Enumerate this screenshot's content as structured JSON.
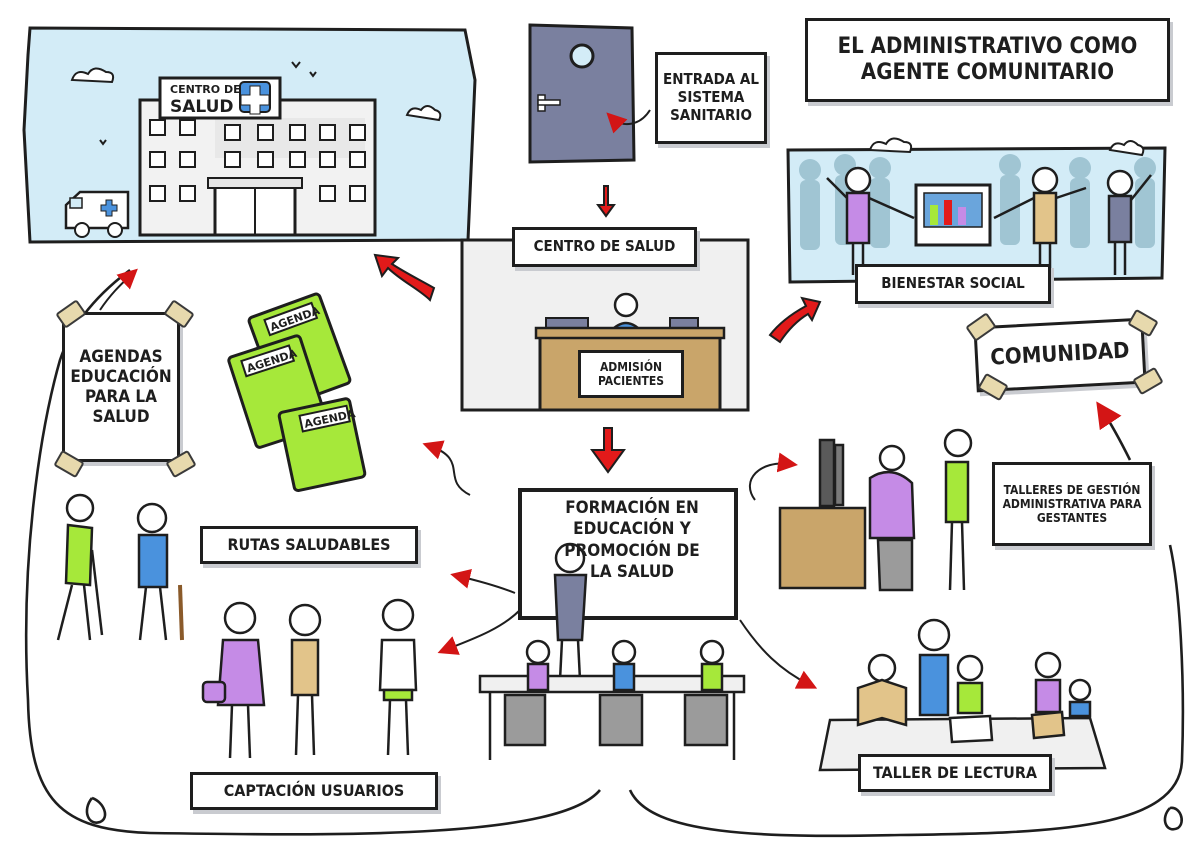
{
  "title": "EL ADMINISTRATIVO COMO AGENTE COMUNITARIO",
  "colors": {
    "sky": "#d3ecf7",
    "building": "#f0f0f0",
    "door": "#7a809f",
    "arrow_red": "#e21a1a",
    "green": "#a6e83a",
    "purple": "#c58be6",
    "blue": "#4a92dd",
    "tan": "#e2c48a",
    "desk": "#c9a56a",
    "chair": "#9b9b9b",
    "crowd": "#8fb8c8"
  },
  "scenes": {
    "hospital": {
      "sign_line1": "CENTRO DE",
      "sign_line2": "SALUD",
      "icons": [
        "hospital-building",
        "ambulance-icon",
        "cloud-icon",
        "bird-icon"
      ]
    },
    "entry": {
      "label": "ENTRADA AL SISTEMA SANITARIO",
      "icons": [
        "door-icon"
      ]
    },
    "reception": {
      "header": "CENTRO DE SALUD",
      "desk_label": "ADMISIÓN PACIENTES",
      "icons": [
        "cross-icon",
        "receptionist",
        "computer-icon"
      ]
    },
    "social": {
      "label": "BIENESTAR SOCIAL",
      "icons": [
        "crowd",
        "people-holding-hands",
        "picture-frame-icon"
      ]
    },
    "community": {
      "label": "COMUNIDAD"
    },
    "agendas": {
      "label": "AGENDAS EDUCACIÓN PARA LA SALUD",
      "book_labels": [
        "AGENDA",
        "AGENDA",
        "AGENDA"
      ]
    },
    "routes": {
      "label": "RUTAS SALUDABLES",
      "icons": [
        "elderly-walker",
        "man-with-cane"
      ]
    },
    "training": {
      "label": "FORMACIÓN EN EDUCACIÓN Y PROMOCIÓN DE LA SALUD",
      "icons": [
        "presenter",
        "classroom-desk",
        "students"
      ]
    },
    "admin_workshop": {
      "label": "TALLERES DE GESTIÓN ADMINISTRATIVA PARA GESTANTES",
      "icons": [
        "office-desk",
        "monitor-icon",
        "pregnant-woman"
      ]
    },
    "recruitment": {
      "label": "CAPTACIÓN USUARIOS",
      "icons": [
        "woman-with-bag",
        "man",
        "nurse"
      ]
    },
    "reading": {
      "label": "TALLER DE LECTURA",
      "icons": [
        "book-icon",
        "reading-group"
      ]
    }
  }
}
